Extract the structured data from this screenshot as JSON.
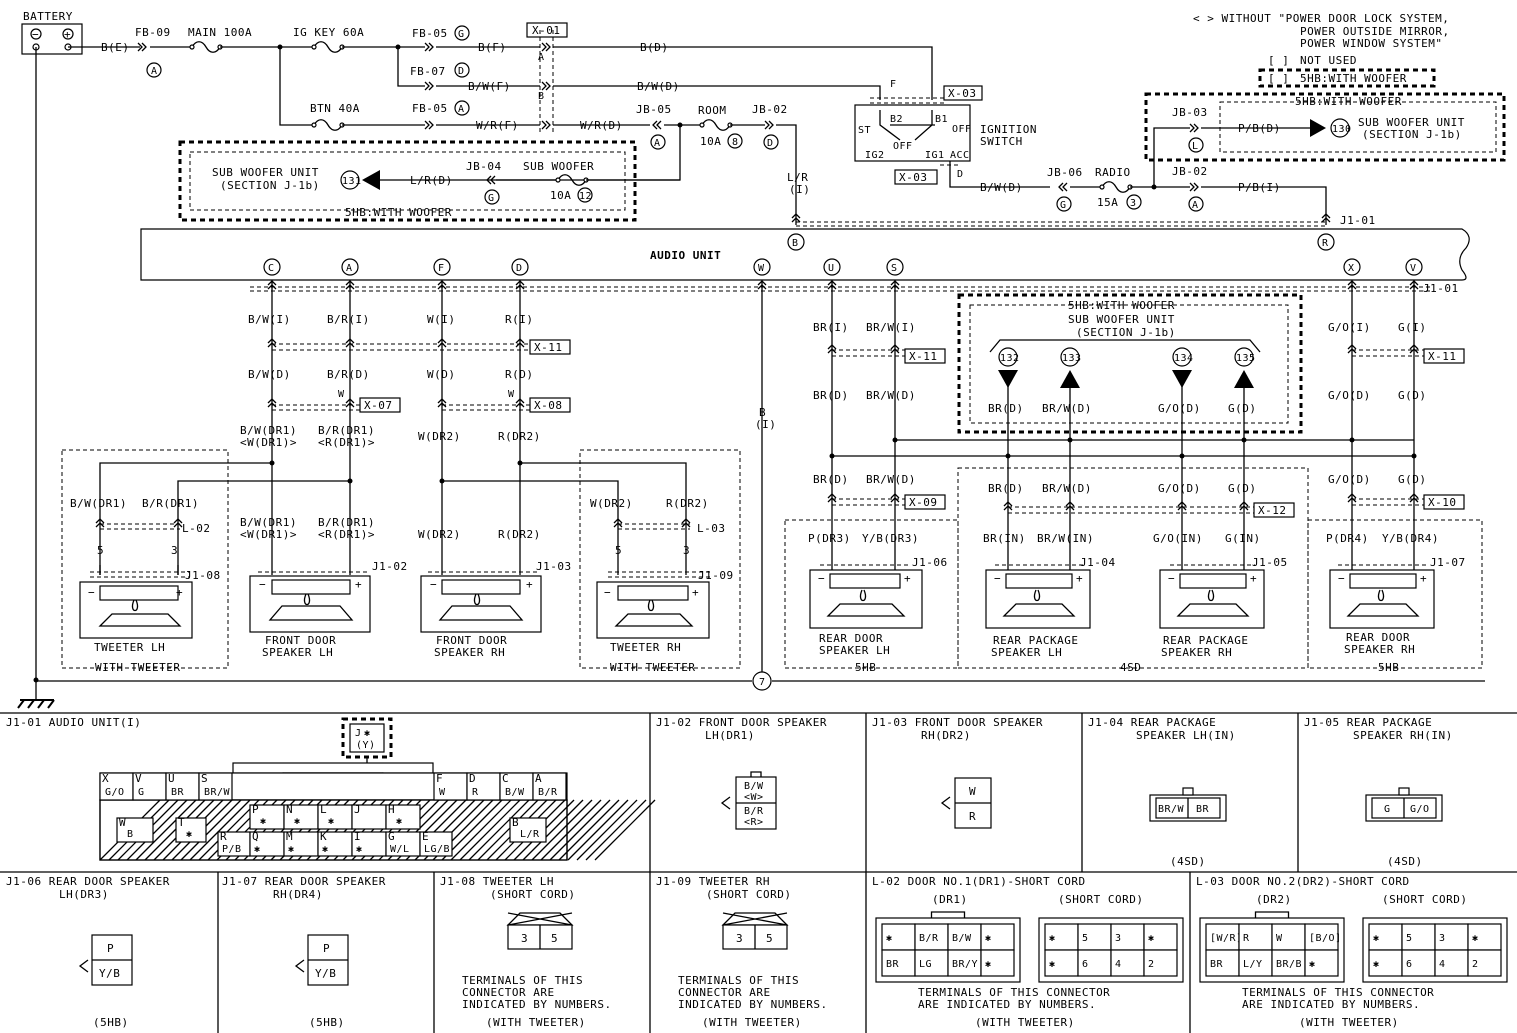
{
  "top": {
    "battery": "BATTERY",
    "legend": [
      "< > WITHOUT \"POWER DOOR LOCK SYSTEM,",
      "POWER OUTSIDE MIRROR,",
      "POWER WINDOW SYSTEM\""
    ],
    "legend_not_used": "NOT USED",
    "legend_5hb_woofer": "5HB:WITH WOOFER",
    "fuses": {
      "fb09": "FB-09",
      "main": "MAIN 100A",
      "igkey": "IG KEY 60A",
      "btn": "BTN 40A",
      "fb05a": "FB-05",
      "fb07": "FB-07",
      "fb05b": "FB-05",
      "jb05": "JB-05",
      "room": "ROOM",
      "room_amp": "10A",
      "jb02a": "JB-02",
      "jb04": "JB-04",
      "subwoofer": "SUB WOOFER",
      "sw_amp": "10A",
      "jb06": "JB-06",
      "radio": "RADIO",
      "radio_amp": "15A",
      "jb03": "JB-03",
      "jb02b": "JB-02"
    },
    "wires": {
      "be": "B(E)",
      "bf": "B(F)",
      "bd": "B(D)",
      "bwf": "B/W(F)",
      "bwd": "B/W(D)",
      "wrf": "W/R(F)",
      "wrd": "W/R(D)",
      "lr1": "L/R",
      "lr2": "(I)",
      "lrd": "L/R(D)",
      "bwd2": "B/W(D)",
      "pbd": "P/B(D)",
      "pbi": "P/B(I)"
    },
    "connectors": {
      "x01": "X-01",
      "x03a": "X-03",
      "x03b": "X-03",
      "x11a": "X-11",
      "x07": "X-07",
      "x08": "X-08",
      "x11b": "X-11",
      "x09": "X-09",
      "x12": "X-12",
      "x10": "X-10"
    },
    "ignition": [
      "IGNITION",
      "SWITCH"
    ],
    "ign_terms": {
      "st": "ST",
      "b2": "B2",
      "b1": "B1",
      "off1": "OFF",
      "off2": "OFF",
      "ig2": "IG2",
      "ig1": "IG1",
      "acc": "ACC",
      "f": "F",
      "d": "D"
    },
    "subwoofer_left": [
      "SUB WOOFER UNIT",
      "(SECTION J-1b)"
    ],
    "subwoofer_left_tag": "5HB:WITH WOOFER",
    "subwoofer_right": [
      "SUB WOOFER UNIT",
      "(SECTION J-1b)"
    ],
    "subwoofer_right_tag": "5HB:WITH WOOFER",
    "audio_unit": "AUDIO UNIT",
    "j101": "J1-01",
    "circled": {
      "a1": "A",
      "a2": "A",
      "a3": "A",
      "g1": "G",
      "g2": "G",
      "d1": "D",
      "d2": "D",
      "a4": "A",
      "g3": "G",
      "l1": "L",
      "b8": "8",
      "n12": "12",
      "n3": "3",
      "n131": "131",
      "n130": "130"
    }
  },
  "audio_pins": [
    "C",
    "A",
    "F",
    "D",
    "W",
    "U",
    "S",
    "X",
    "V",
    "B",
    "R"
  ],
  "left_wires": {
    "row1": [
      "B/W(I)",
      "B/R(I)",
      "W(I)",
      "R(I)"
    ],
    "row2": [
      "B/W(D)",
      "B/R(D)",
      "W(D)",
      "R(D)"
    ],
    "row3a": [
      "B/W(DR1)",
      "B/R(DR1)",
      "W(DR2)",
      "R(DR2)"
    ],
    "row3b": [
      "<W(DR1)>",
      "<R(DR1)>"
    ],
    "row4a": [
      "B/W(DR1)",
      "B/R(DR1)",
      "W(DR2)",
      "R(DR2)"
    ],
    "row4b": [
      "<W(DR1)>",
      "<R(DR1)>"
    ],
    "tw_lh": [
      "B/W(DR1)",
      "B/R(DR1)"
    ],
    "tw_rh": [
      "W(DR2)",
      "R(DR2)"
    ],
    "w_small": "W",
    "b_wire": [
      "B",
      "(I)"
    ]
  },
  "right_wires": {
    "row1": [
      "BR(I)",
      "BR/W(I)",
      "G/O(I)",
      "G(I)"
    ],
    "row2": [
      "BR(D)",
      "BR/W(D)",
      "G/O(D)",
      "G(D)"
    ],
    "row2mid": [
      "BR(D)",
      "BR/W(D)",
      "G/O(D)",
      "G(D)"
    ],
    "row3": [
      "BR(D)",
      "BR/W(D)",
      "BR(D)",
      "BR/W(D)",
      "G/O(D)",
      "G(D)",
      "G/O(D)",
      "G(D)"
    ],
    "row4": [
      "P(DR3)",
      "Y/B(DR3)",
      "BR(IN)",
      "BR/W(IN)",
      "G/O(IN)",
      "G(IN)",
      "P(DR4)",
      "Y/B(DR4)"
    ],
    "sw_box": [
      "5HB:WITH WOOFER",
      "SUB WOOFER UNIT",
      "(SECTION J-1b)"
    ],
    "sw_nums": [
      "132",
      "133",
      "134",
      "135"
    ]
  },
  "speakers": [
    {
      "name": [
        "TWEETER LH"
      ],
      "conn": "J1-08",
      "short": "L-02",
      "pins": [
        "5",
        "3"
      ],
      "tag": "WITH TWEETER"
    },
    {
      "name": [
        "FRONT DOOR",
        "SPEAKER LH"
      ],
      "conn": "J1-02"
    },
    {
      "name": [
        "FRONT DOOR",
        "SPEAKER RH"
      ],
      "conn": "J1-03"
    },
    {
      "name": [
        "TWEETER RH"
      ],
      "conn": "J1-09",
      "short": "L-03",
      "pins": [
        "5",
        "3"
      ],
      "tag": "WITH TWEETER"
    },
    {
      "name": [
        "REAR DOOR",
        "SPEAKER LH"
      ],
      "conn": "J1-06",
      "tag": "5HB"
    },
    {
      "name": [
        "REAR PACKAGE",
        "SPEAKER LH"
      ],
      "conn": "J1-04",
      "tag": "4SD"
    },
    {
      "name": [
        "REAR PACKAGE",
        "SPEAKER RH"
      ],
      "conn": "J1-05"
    },
    {
      "name": [
        "REAR DOOR",
        "SPEAKER RH"
      ],
      "conn": "J1-07",
      "tag": "5HB"
    }
  ],
  "ground_num": "7",
  "panels": {
    "j101": {
      "title": "J1-01 AUDIO UNIT(I)",
      "key": [
        "J",
        "✱",
        "(Y)"
      ],
      "top_pins": [
        [
          "X",
          "G/O"
        ],
        [
          "V",
          "G"
        ],
        [
          "U",
          "BR"
        ],
        [
          "S",
          "BR/W"
        ],
        [
          "F",
          "W"
        ],
        [
          "D",
          "R"
        ],
        [
          "C",
          "B/W"
        ],
        [
          "A",
          "B/R"
        ]
      ],
      "mid_pins": [
        [
          "W",
          "B"
        ],
        [
          "T",
          "✱"
        ],
        [
          "P",
          "✱"
        ],
        [
          "N",
          "✱"
        ],
        [
          "L",
          "✱"
        ],
        [
          "J",
          ""
        ],
        [
          "H",
          "✱"
        ],
        [
          "B",
          "L/R"
        ]
      ],
      "bot_pins": [
        [
          "R",
          "P/B"
        ],
        [
          "Q",
          "✱"
        ],
        [
          "M",
          "✱"
        ],
        [
          "K",
          "✱"
        ],
        [
          "I",
          "✱"
        ],
        [
          "G",
          "W/L"
        ],
        [
          "E",
          "LG/B"
        ]
      ]
    },
    "j102": {
      "title": [
        "J1-02 FRONT DOOR SPEAKER",
        "LH(DR1)"
      ],
      "pins": [
        "B/W",
        "<W>",
        "B/R",
        "<R>"
      ]
    },
    "j103": {
      "title": [
        "J1-03 FRONT DOOR SPEAKER",
        "RH(DR2)"
      ],
      "pins": [
        "W",
        "R"
      ]
    },
    "j104": {
      "title": [
        "J1-04 REAR PACKAGE",
        "SPEAKER LH(IN)"
      ],
      "pins": [
        "BR/W",
        "BR"
      ],
      "note": "(4SD)"
    },
    "j105": {
      "title": [
        "J1-05 REAR PACKAGE",
        "SPEAKER RH(IN)"
      ],
      "pins": [
        "G",
        "G/O"
      ],
      "note": "(4SD)"
    },
    "j106": {
      "title": [
        "J1-06 REAR DOOR SPEAKER",
        "LH(DR3)"
      ],
      "pins": [
        "P",
        "Y/B"
      ],
      "note": "(5HB)"
    },
    "j107": {
      "title": [
        "J1-07 REAR DOOR SPEAKER",
        "RH(DR4)"
      ],
      "pins": [
        "P",
        "Y/B"
      ],
      "note": "(5HB)"
    },
    "j108": {
      "title": [
        "J1-08 TWEETER LH",
        "(SHORT CORD)"
      ],
      "pins": [
        "3",
        "5"
      ],
      "text": [
        "TERMINALS OF THIS",
        "CONNECTOR ARE",
        "INDICATED BY NUMBERS."
      ],
      "note": "(WITH TWEETER)"
    },
    "j109": {
      "title": [
        "J1-09 TWEETER RH",
        "(SHORT CORD)"
      ],
      "pins": [
        "3",
        "5"
      ],
      "text": [
        "TERMINALS OF THIS",
        "CONNECTOR ARE",
        "INDICATED BY NUMBERS."
      ],
      "note": "(WITH TWEETER)"
    },
    "l02": {
      "title": "L-02 DOOR NO.1(DR1)-SHORT CORD",
      "left_label": "(DR1)",
      "right_label": "(SHORT CORD)",
      "left_pins": [
        [
          "✱",
          "B/R",
          "B/W",
          "✱"
        ],
        [
          "BR",
          "LG",
          "BR/Y",
          "✱"
        ]
      ],
      "right_pins": [
        [
          "✱",
          "5",
          "3",
          "✱"
        ],
        [
          "✱",
          "6",
          "4",
          "2"
        ]
      ],
      "text": [
        "TERMINALS OF THIS CONNECTOR",
        "ARE INDICATED BY NUMBERS."
      ],
      "note": "(WITH TWEETER)"
    },
    "l03": {
      "title": "L-03 DOOR NO.2(DR2)-SHORT CORD",
      "left_label": "(DR2)",
      "right_label": "(SHORT CORD)",
      "left_pins": [
        [
          "[W/R]",
          "R",
          "W",
          "[B/O]"
        ],
        [
          "BR",
          "L/Y",
          "BR/B",
          "✱"
        ]
      ],
      "right_pins": [
        [
          "✱",
          "5",
          "3",
          "✱"
        ],
        [
          "✱",
          "6",
          "4",
          "2"
        ]
      ],
      "text": [
        "TERMINALS OF THIS CONNECTOR",
        "ARE INDICATED BY NUMBERS."
      ],
      "note": "(WITH TWEETER)"
    }
  }
}
